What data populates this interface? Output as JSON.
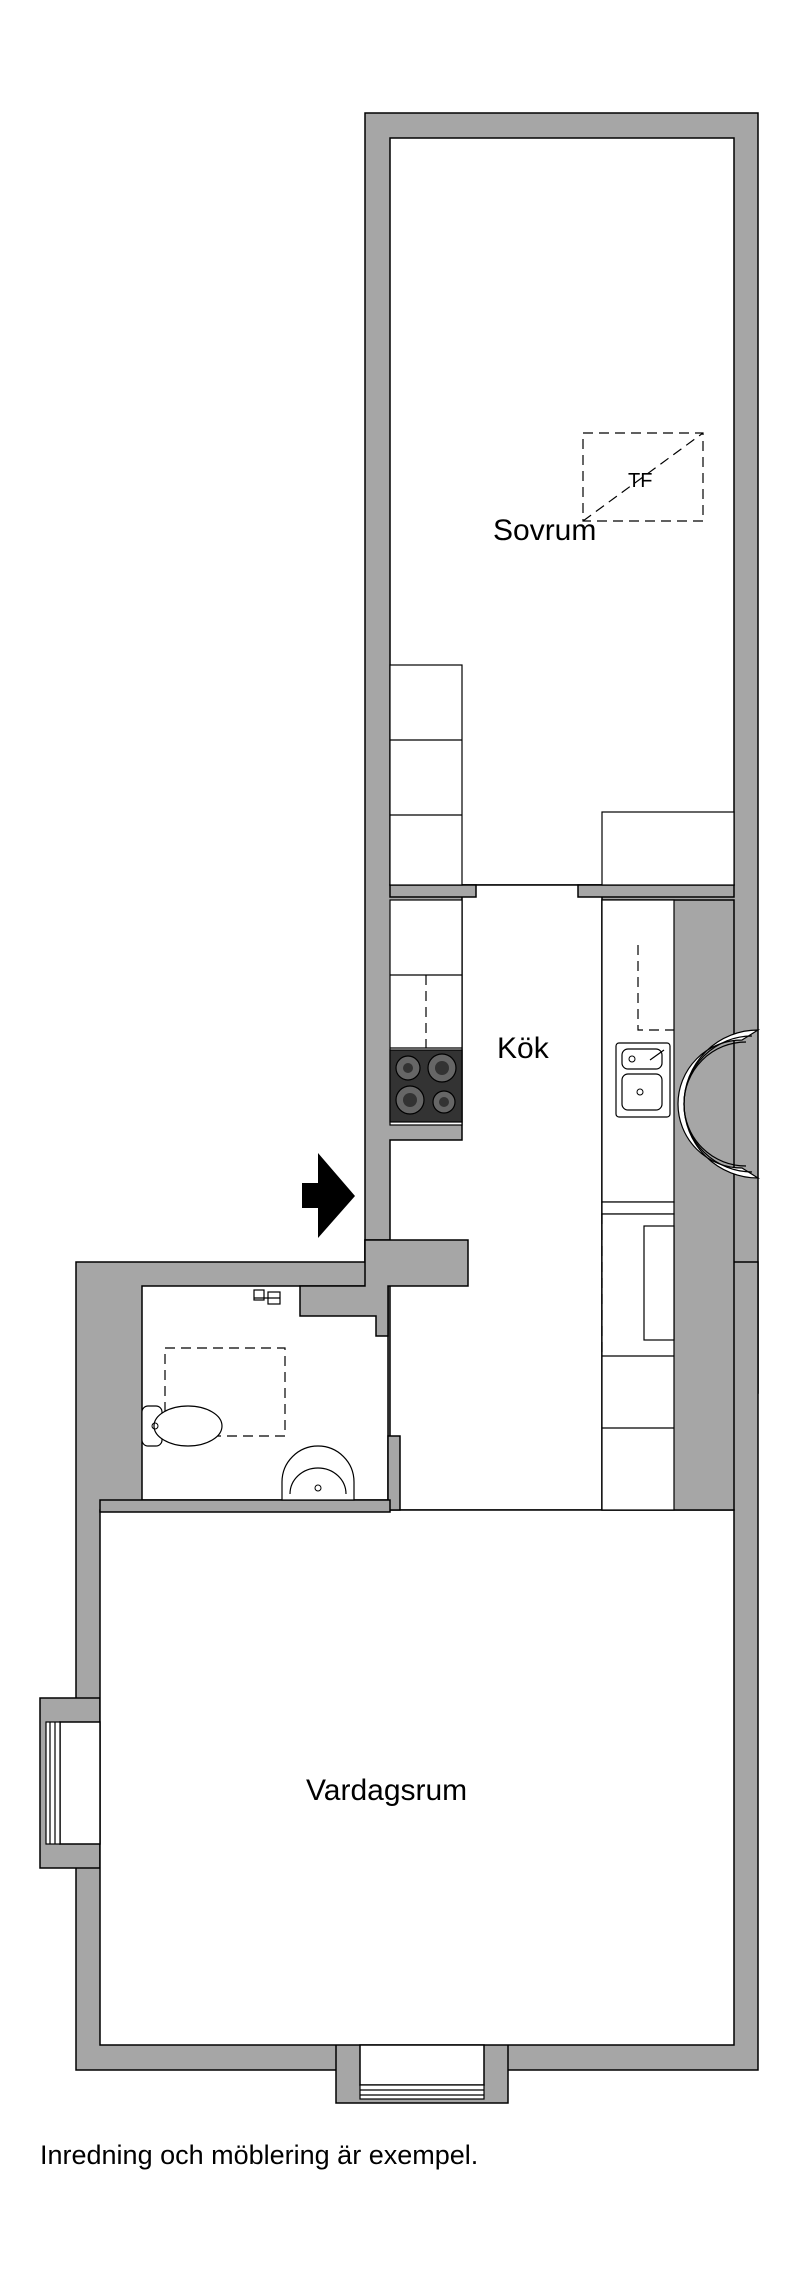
{
  "plan": {
    "rooms": {
      "bedroom": "Sovrum",
      "kitchen": "Kök",
      "living": "Vardagsrum"
    },
    "tf_marker": "TF",
    "entrance_icon": "arrow-right-icon"
  },
  "footnote": "Inredning och möblering är exempel."
}
